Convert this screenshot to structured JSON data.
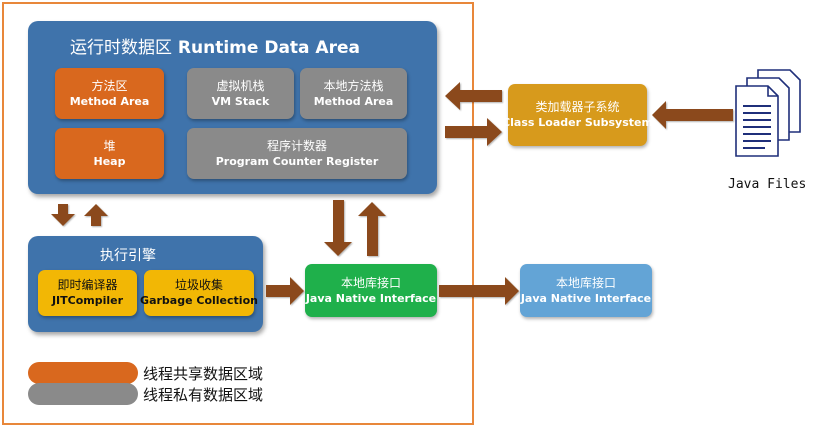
{
  "runtime_area": {
    "title_zh": "运行时数据区",
    "title_en": "Runtime Data Area"
  },
  "method_area": {
    "zh": "方法区",
    "en": "Method Area"
  },
  "vm_stack": {
    "zh": "虚拟机栈",
    "en": "VM Stack"
  },
  "native_method_stack": {
    "zh": "本地方法栈",
    "en": "Method Area"
  },
  "heap": {
    "zh": "堆",
    "en": "Heap"
  },
  "program_counter": {
    "zh": "程序计数器",
    "en": "Program Counter Register"
  },
  "execution_engine": {
    "title": "执行引擎"
  },
  "jit_compiler": {
    "zh": "即时编译器",
    "en": "JITCompiler"
  },
  "garbage_collection": {
    "zh": "垃圾收集",
    "en": "Garbage Collection"
  },
  "native_interface": {
    "zh": "本地库接口",
    "en": "Java Native Interface"
  },
  "native_interface_external": {
    "zh": "本地库接口",
    "en": "Java Native Interface"
  },
  "class_loader": {
    "zh": "类加载器子系统",
    "en": "Class Loader Subsystem"
  },
  "java_files": {
    "label": "Java Files"
  },
  "legend": [
    {
      "label": "线程共享数据区域",
      "color": "#d9681e"
    },
    {
      "label": "线程私有数据区域",
      "color": "#8a8a8a"
    }
  ],
  "colors": {
    "frame_border": "#e8873a",
    "panel_blue": "#3f73ab",
    "arrow_brown": "#8b4a1c",
    "document_navy": "#1f2f7a"
  },
  "icons": {
    "documents": "document-stack-icon",
    "arrow": "block-arrow-icon"
  }
}
